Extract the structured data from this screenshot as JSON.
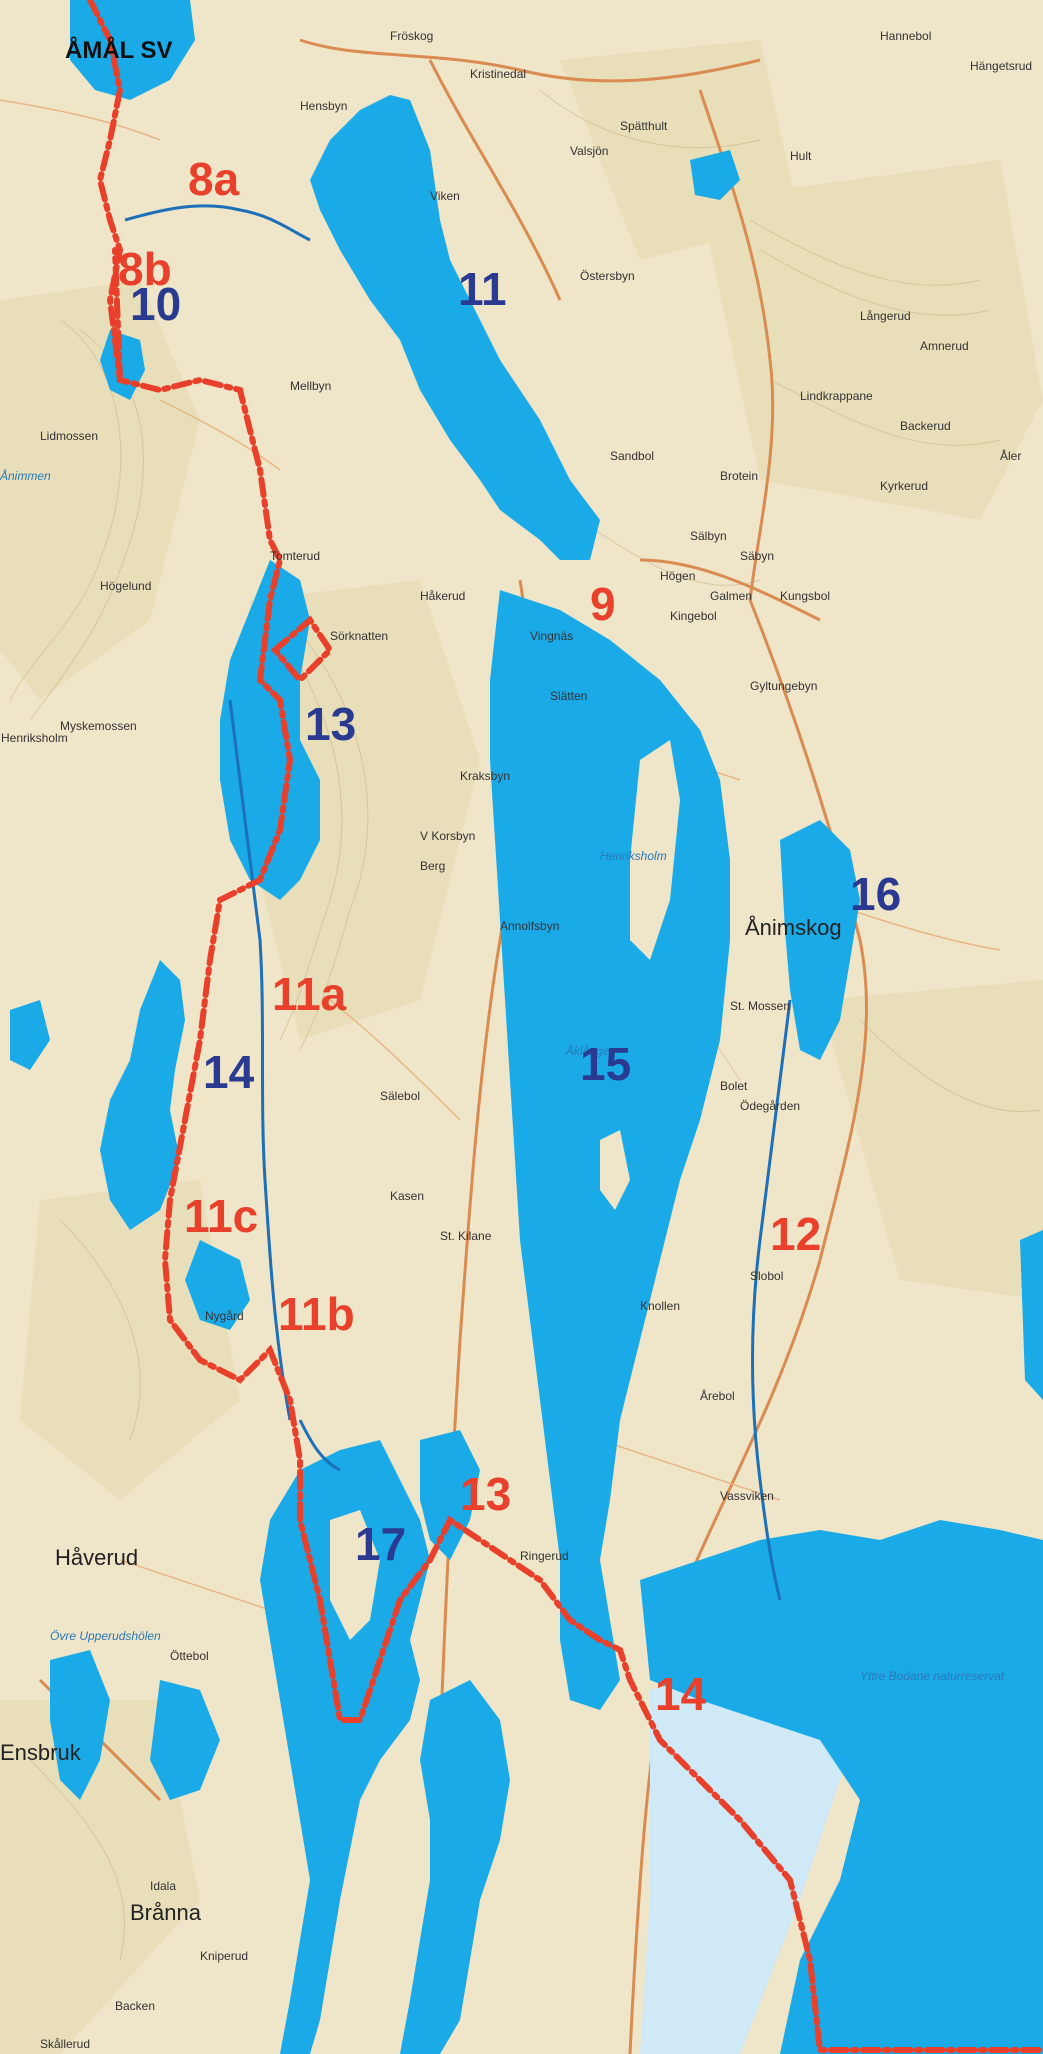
{
  "map": {
    "title": "ÅMÅL SV",
    "colors": {
      "land": "#efe5c8",
      "forest": "#e4dcb4",
      "water": "#1aaae8",
      "light_water": "#cfe9f6",
      "route_red": "#e8402a",
      "route_blue": "#1d6fb8",
      "label_red": "#e8402a",
      "label_blue": "#2b3a91",
      "road": "#d98b52",
      "contour": "#c9ad7c"
    },
    "red_labels": [
      "8a",
      "8b",
      "9",
      "11a",
      "11c",
      "11b",
      "12",
      "13",
      "14"
    ],
    "blue_labels": [
      "10",
      "11",
      "13",
      "14",
      "15",
      "16",
      "17"
    ],
    "place_names": [
      "Fröskog",
      "Kristinedal",
      "Hensbyn",
      "Viken",
      "Valsjön",
      "Spätthult",
      "Hult",
      "Hannebol",
      "Hängetsrud",
      "Östersbyn",
      "Långerud",
      "Amnerud",
      "Lindkrappane",
      "Backerud",
      "Sandbol",
      "Brotein",
      "Åler",
      "Kyrkerud",
      "Säbyn",
      "Galmen",
      "Kungsbol",
      "Mellbyn",
      "Håkerud",
      "Vingnäs",
      "Slätten",
      "Gyltungebyn",
      "Kraksbyn",
      "V Korsbyn",
      "Berg",
      "Annolfsbyn",
      "Henriksholm",
      "Ånimskog",
      "St. Mossen",
      "Bolet",
      "Ödegården",
      "Slobol",
      "Knollen",
      "Årebol",
      "Vassviken",
      "Högelund",
      "Tomterud",
      "Sälebol",
      "Kasen",
      "St. Kilane",
      "Nygård",
      "Håverud",
      "Öttebol",
      "Brånna",
      "Kniperud",
      "Backen",
      "Skållerud",
      "Lidmossen",
      "Myskemossen",
      "Sörknatten",
      "Ringerud",
      "Sälbyn",
      "Högen",
      "Kingebol",
      "Ensbruk",
      "Idala"
    ],
    "water_names": [
      "Åklången",
      "Henriksholm",
      "Övre Upperudshölen",
      "Yttre Bodane naturreservat",
      "Ånimmen"
    ]
  }
}
